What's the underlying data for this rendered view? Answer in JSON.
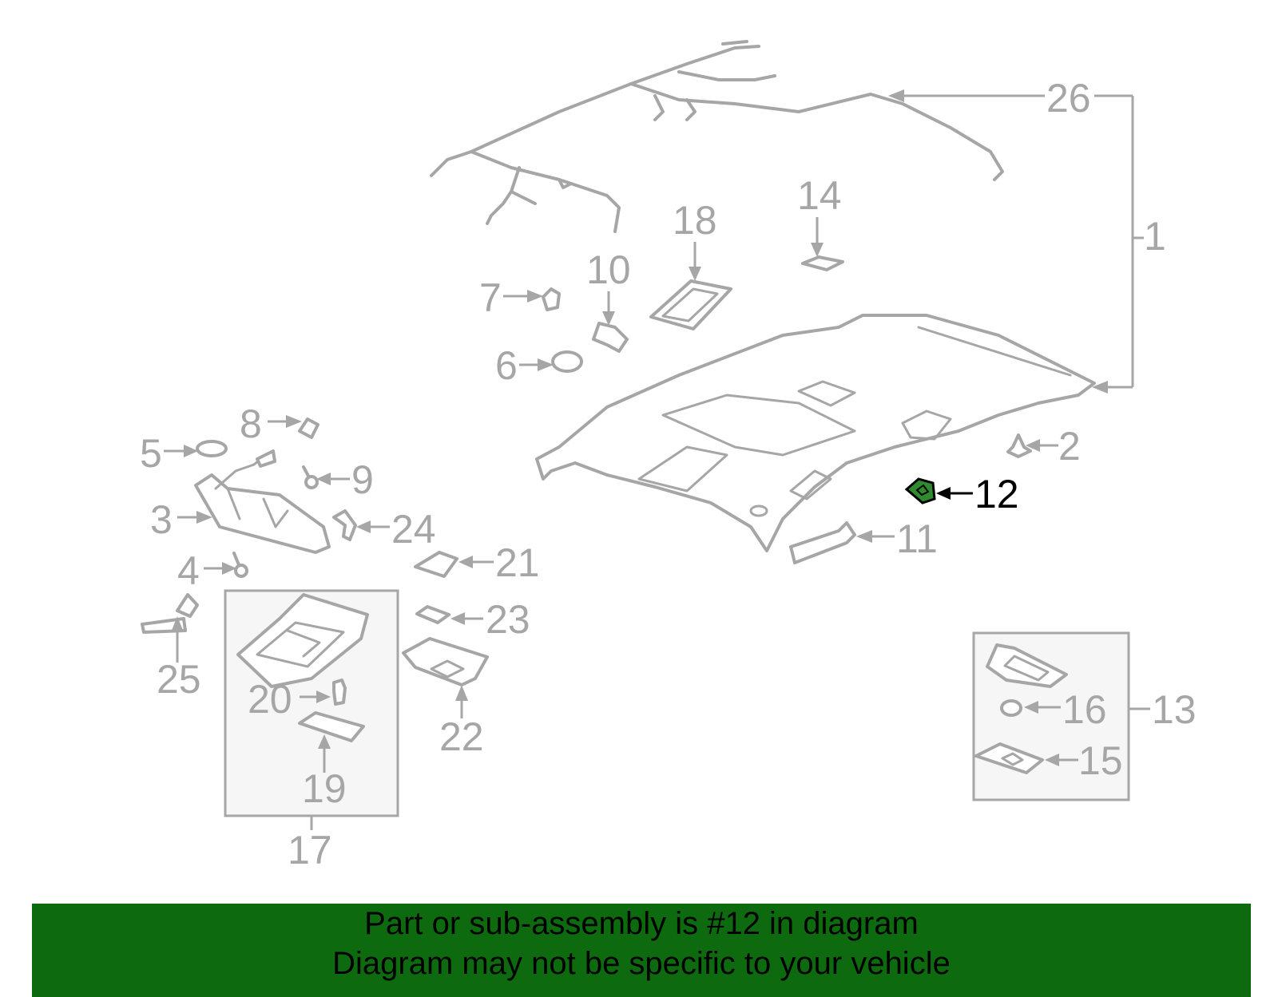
{
  "callouts": {
    "c1": "1",
    "c2": "2",
    "c3": "3",
    "c4": "4",
    "c5": "5",
    "c6": "6",
    "c7": "7",
    "c8": "8",
    "c9": "9",
    "c10": "10",
    "c11": "11",
    "c12": "12",
    "c13": "13",
    "c14": "14",
    "c15": "15",
    "c16": "16",
    "c17": "17",
    "c18": "18",
    "c19": "19",
    "c20": "20",
    "c21": "21",
    "c22": "22",
    "c23": "23",
    "c24": "24",
    "c25": "25",
    "c26": "26"
  },
  "highlight": {
    "part": "12",
    "color": "#2e8b2e"
  },
  "banner": {
    "line1": "Part or sub-assembly is #12 in diagram",
    "line2": "Diagram may not be specific to your vehicle",
    "background": "#0e6a0e"
  }
}
